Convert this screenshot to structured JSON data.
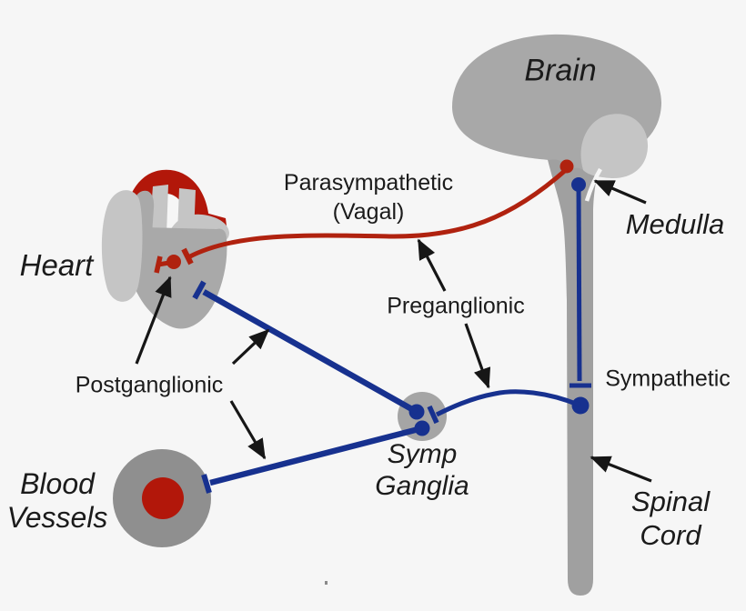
{
  "figure": {
    "type": "anatomical-pathway-diagram",
    "subject": "Autonomic (sympathetic and parasympathetic) innervation of the heart and blood vessels"
  },
  "labels": {
    "brain": "Brain",
    "medulla": "Medulla",
    "heart": "Heart",
    "blood_vessels_line1": "Blood",
    "blood_vessels_line2": "Vessels",
    "symp_ganglia_line1": "Symp",
    "symp_ganglia_line2": "Ganglia",
    "spinal_cord_line1": "Spinal",
    "spinal_cord_line2": "Cord",
    "parasympathetic_line1": "Parasympathetic",
    "parasympathetic_line2": "(Vagal)",
    "preganglionic": "Preganglionic",
    "postganglionic": "Postganglionic",
    "sympathetic": "Sympathetic",
    "stray_mark": "."
  },
  "pathways": [
    {
      "name": "parasympathetic-vagal-fiber",
      "color_key": "parasympathetic_red",
      "from": "medulla",
      "to": "heart"
    },
    {
      "name": "sympathetic-descending-fiber",
      "color_key": "sympathetic_blue",
      "from": "medulla",
      "to": "spinal-cord"
    },
    {
      "name": "sympathetic-preganglionic-fiber",
      "color_key": "sympathetic_blue",
      "from": "spinal-cord",
      "to": "symp-ganglia"
    },
    {
      "name": "sympathetic-postganglionic-heart-fiber",
      "color_key": "sympathetic_blue",
      "from": "symp-ganglia",
      "to": "heart"
    },
    {
      "name": "sympathetic-postganglionic-vessel-fiber",
      "color_key": "sympathetic_blue",
      "from": "symp-ganglia",
      "to": "blood-vessels"
    }
  ],
  "colors": {
    "background": "#f6f6f6",
    "parasympathetic_red": "#b0220f",
    "deep_red": "#b2170a",
    "sympathetic_blue": "#17318f",
    "brain_gray": "#a8a8a8",
    "heart_gray": "#a9a9a9",
    "cord_gray": "#a0a0a0",
    "ganglia_gray": "#a5a5a5",
    "light_gray": "#c5c5c5",
    "vessel_gray": "#8f8f8f",
    "arrow_black": "#161616",
    "text": "#1b1b1b"
  }
}
